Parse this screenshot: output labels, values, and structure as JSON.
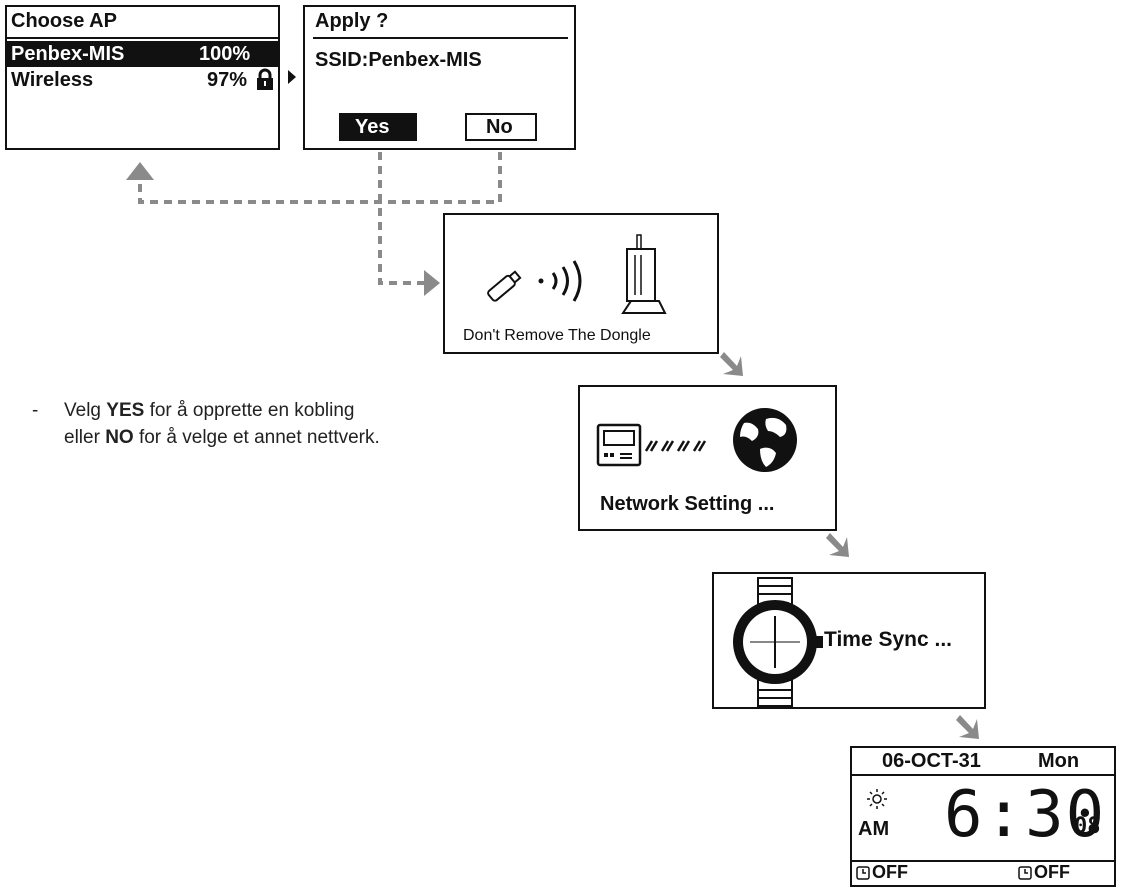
{
  "choose_ap": {
    "title": "Choose AP",
    "networks": [
      {
        "name": "Penbex-MIS",
        "signal": "100%",
        "selected": true,
        "locked": false
      },
      {
        "name": "Wireless",
        "signal": "97%",
        "selected": false,
        "locked": true
      }
    ]
  },
  "apply": {
    "title": "Apply ?",
    "ssid": "SSID:Penbex-MIS",
    "yes": "Yes",
    "no": "No"
  },
  "dongle": {
    "message": "Don't Remove The Dongle"
  },
  "network": {
    "message": "Network Setting ..."
  },
  "timesync": {
    "message": "Time Sync ..."
  },
  "clock": {
    "date": "06-OCT-31",
    "day": "Mon",
    "ampm": "AM",
    "time": "6:30",
    "seconds": "08",
    "alarm1": "OFF",
    "alarm2": "OFF"
  },
  "instructions": {
    "bullet": "-",
    "yes_word": "YES",
    "no_word": "NO",
    "text1": " for å opprette en kobling",
    "text2": "eller ",
    "text3": " for å velge et annet nettverk.",
    "word_velg": "Velg "
  },
  "colors": {
    "ink": "#111111",
    "arrow": "#8a8a8a",
    "paper": "#ffffff"
  }
}
